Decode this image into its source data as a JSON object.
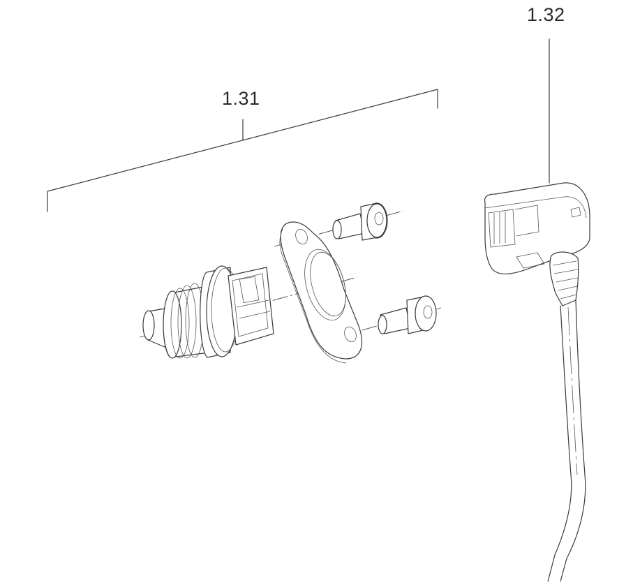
{
  "drawing": {
    "callouts": [
      {
        "id": "1.31",
        "label": "1.31"
      },
      {
        "id": "1.32",
        "label": "1.32"
      }
    ],
    "stroke_color": "#3a3a3a",
    "background_color": "#ffffff"
  }
}
